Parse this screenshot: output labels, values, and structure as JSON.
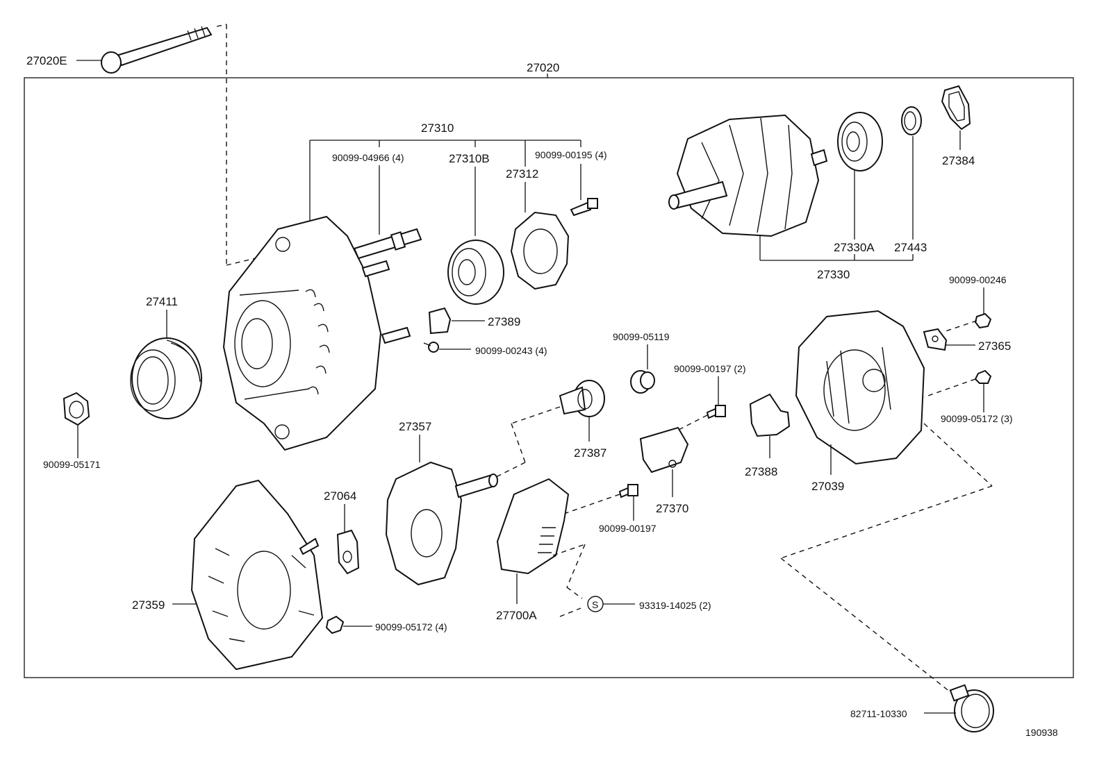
{
  "diagram": {
    "code": "190938",
    "labels": {
      "p27020E": "27020E",
      "p27020": "27020",
      "p27310": "27310",
      "p90099_04966": "90099-04966 (4)",
      "p27310B": "27310B",
      "p27312": "27312",
      "p90099_00195": "90099-00195 (4)",
      "p27384": "27384",
      "p27330A": "27330A",
      "p27443": "27443",
      "p27330": "27330",
      "p27411": "27411",
      "p27389": "27389",
      "p90099_00243": "90099-00243 (4)",
      "p90099_05119": "90099-05119",
      "p90099_00246": "90099-00246",
      "p27365": "27365",
      "p90099_00197_2": "90099-00197 (2)",
      "p90099_05172_3": "90099-05172 (3)",
      "p90099_05171": "90099-05171",
      "p27357": "27357",
      "p27387": "27387",
      "p27388": "27388",
      "p27039": "27039",
      "p27370": "27370",
      "p27064": "27064",
      "p90099_00197": "90099-00197",
      "p27359": "27359",
      "p90099_05172_4": "90099-05172 (4)",
      "p27700A": "27700A",
      "s_marker": "S",
      "p93319_14025": "93319-14025 (2)",
      "p82711_10330": "82711-10330"
    }
  }
}
